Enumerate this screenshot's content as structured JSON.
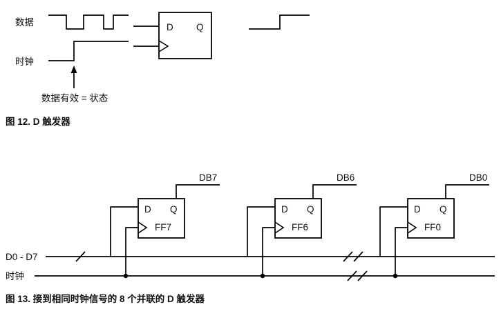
{
  "colors": {
    "line": "#000000",
    "background": "#ffffff"
  },
  "figure12": {
    "data_label": "数据",
    "clock_label": "时钟",
    "annotation": "数据有效 = 状态",
    "caption": "图 12. D 触发器",
    "flipflop": {
      "d": "D",
      "q": "Q"
    }
  },
  "figure13": {
    "bus_label": "D0 - D7",
    "clock_label": "时钟",
    "caption": "图 13. 接到相同时钟信号的 8 个并联的 D 触发器",
    "flipflops": [
      {
        "name": "FF7",
        "d": "D",
        "q": "Q",
        "output": "DB7"
      },
      {
        "name": "FF6",
        "d": "D",
        "q": "Q",
        "output": "DB6"
      },
      {
        "name": "FF0",
        "d": "D",
        "q": "Q",
        "output": "DB0"
      }
    ]
  }
}
